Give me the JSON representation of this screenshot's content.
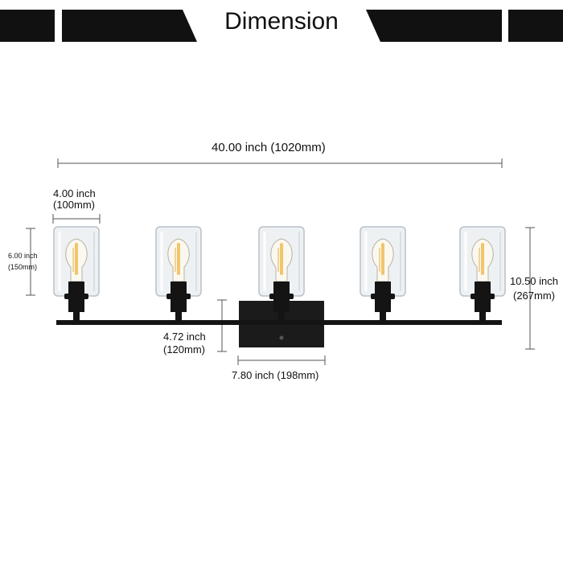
{
  "header": {
    "title": "Dimension"
  },
  "dimensions": {
    "overall_width": "40.00 inch (1020mm)",
    "shade_width_inch": "4.00 inch",
    "shade_width_mm": "(100mm)",
    "shade_height_inch": "6.00 inch",
    "shade_height_mm": "(150mm)",
    "fixture_height_inch": "10.50 inch",
    "fixture_height_mm": "(267mm)",
    "backplate_height_inch": "4.72 inch",
    "backplate_height_mm": "(120mm)",
    "backplate_width": "7.80 inch (198mm)"
  },
  "fixture": {
    "light_count": 5,
    "metal_color": "#141414",
    "glass_color": "#eef1f3",
    "filament_color": "#f2c56a"
  }
}
